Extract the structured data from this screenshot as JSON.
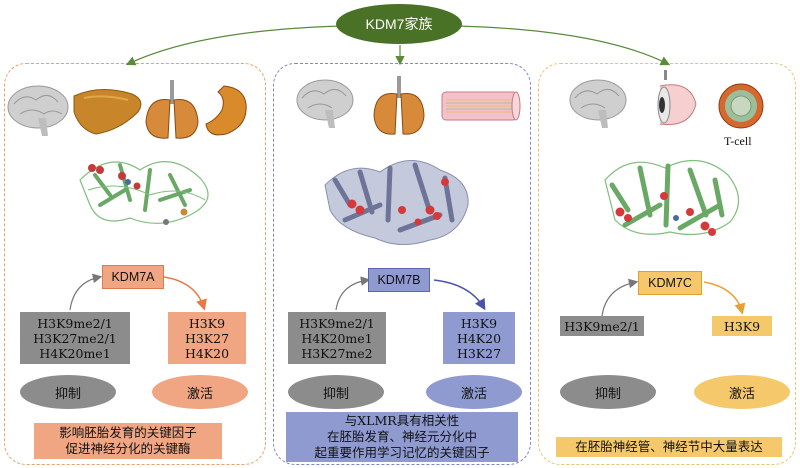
{
  "family": {
    "title": "KDM7家族"
  },
  "panels": [
    {
      "id": "kdm7a",
      "name": "KDM7A",
      "inhibit_marks": "H3K9me2/1\nH3K27me2/1\nH4K20me1",
      "activate_marks": "H3K9\nH3K27\nH4K20",
      "inhibit_label": "抑制",
      "activate_label": "激活",
      "note": "影响胚胎发育的关键因子\n促进神经分化的关键酶",
      "organs": [
        "brain-icon",
        "liver-icon",
        "lung-icon",
        "stomach-icon"
      ],
      "colors": {
        "border": "#e8a070",
        "box": "#f0a583",
        "oval_gray": "#8c8c8c",
        "oval_accent": "#f0a583",
        "protein": "#7fbf7a"
      }
    },
    {
      "id": "kdm7b",
      "name": "KDM7B",
      "inhibit_marks": "H3K9me2/1\nH4K20me1\nH3K27me2",
      "activate_marks": "H3K9\nH4K20\nH3K27",
      "inhibit_label": "抑制",
      "activate_label": "激活",
      "note": "与XLMR具有相关性\n在胚胎发育、神经元分化中\n起重要作用学习记忆的关键因子",
      "organs": [
        "brain-icon",
        "lung-icon",
        "blood-vessel-icon"
      ],
      "colors": {
        "border": "#7d86c8",
        "box": "#8f9bd0",
        "oval_gray": "#8c8c8c",
        "oval_accent": "#8f9bd0",
        "protein": "#9aa3c8"
      }
    },
    {
      "id": "kdm7c",
      "name": "KDM7C",
      "inhibit_marks": "H3K9me2/1",
      "activate_marks": "H3K9",
      "inhibit_label": "抑制",
      "activate_label": "激活",
      "note": "在胚胎神经管、神经节中大量表达",
      "organs": [
        "brain-icon",
        "eye-icon",
        "t-cell-icon"
      ],
      "tcell_label": "T-cell",
      "colors": {
        "border": "#e8c472",
        "box": "#f5c96b",
        "oval_gray": "#8c8c8c",
        "oval_accent": "#f5c96b",
        "protein": "#7fbf7a"
      }
    }
  ]
}
